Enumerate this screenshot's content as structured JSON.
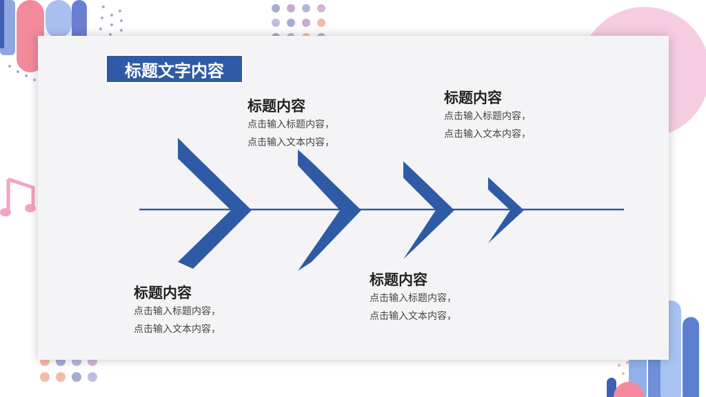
{
  "slide": {
    "title": "标题文字内容",
    "colors": {
      "accent": "#2f5ba6",
      "card": "#f4f4f6",
      "pink": "#f5c6da",
      "dots": "#7c86c8"
    },
    "items": [
      {
        "heading": "标题内容",
        "line1": "点击输入标题内容，",
        "line2": "点击输入文本内容，"
      },
      {
        "heading": "标题内容",
        "line1": "点击输入标题内容，",
        "line2": "点击输入文本内容，"
      },
      {
        "heading": "标题内容",
        "line1": "点击输入标题内容，",
        "line2": "点击输入文本内容，"
      },
      {
        "heading": "标题内容",
        "line1": "点击输入标题内容，",
        "line2": "点击输入文本内容，"
      }
    ]
  }
}
